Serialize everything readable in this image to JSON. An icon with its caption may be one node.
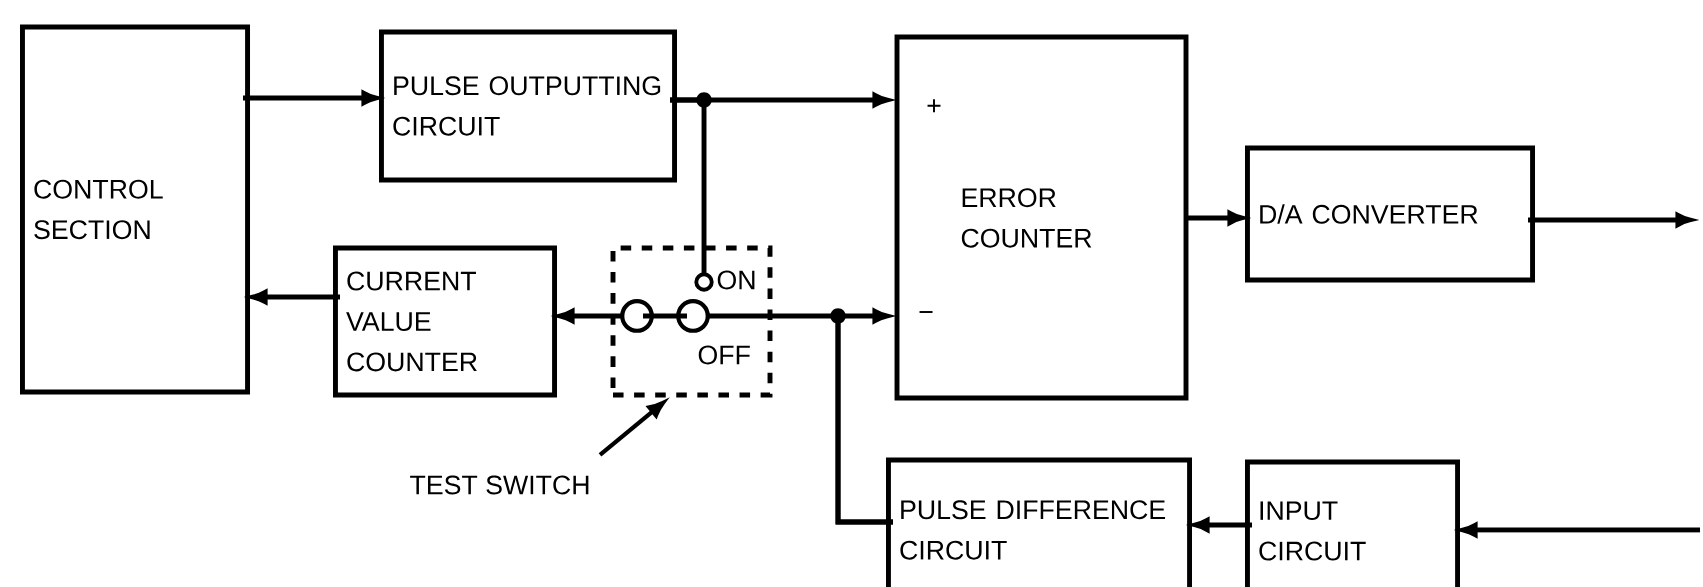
{
  "diagram": {
    "nodes": [
      {
        "text": [
          "CONTROL SECTION"
        ]
      },
      {
        "text": [
          "PULSE OUTPUTTING CIRCUIT"
        ]
      },
      {
        "text": [
          "CURRENT VALUE COUNTER"
        ]
      },
      {
        "text": [
          "ON",
          "OFF"
        ]
      },
      {
        "text": [
          "TEST SWITCH"
        ]
      },
      {
        "text": [
          "+",
          "ERROR COUNTER",
          "−"
        ]
      },
      {
        "text": [
          "D/A CONVERTER"
        ]
      },
      {
        "text": [
          "PULSE DIFFERENCE CIRCUIT"
        ]
      },
      {
        "text": [
          "INPUT CIRCUIT"
        ]
      }
    ],
    "edges": [
      {
        "from": 0,
        "to": 1,
        "arrow": "to"
      },
      {
        "from": 1,
        "to": 5,
        "arrow": "to"
      },
      {
        "from": 1,
        "to": 3,
        "arrow": "none"
      },
      {
        "from": 3,
        "to": 2,
        "arrow": "to"
      },
      {
        "from": 2,
        "to": 0,
        "arrow": "to"
      },
      {
        "from": 7,
        "to": 5,
        "arrow": "to"
      },
      {
        "from": 7,
        "to": 3,
        "arrow": "none"
      },
      {
        "from": 4,
        "to": 3,
        "arrow": "to"
      },
      {
        "from": 5,
        "to": 6,
        "arrow": "to"
      },
      {
        "from": 6,
        "to": null,
        "arrow": "to"
      },
      {
        "from": null,
        "to": 8,
        "arrow": "to"
      },
      {
        "from": 8,
        "to": 7,
        "arrow": "to"
      }
    ]
  }
}
